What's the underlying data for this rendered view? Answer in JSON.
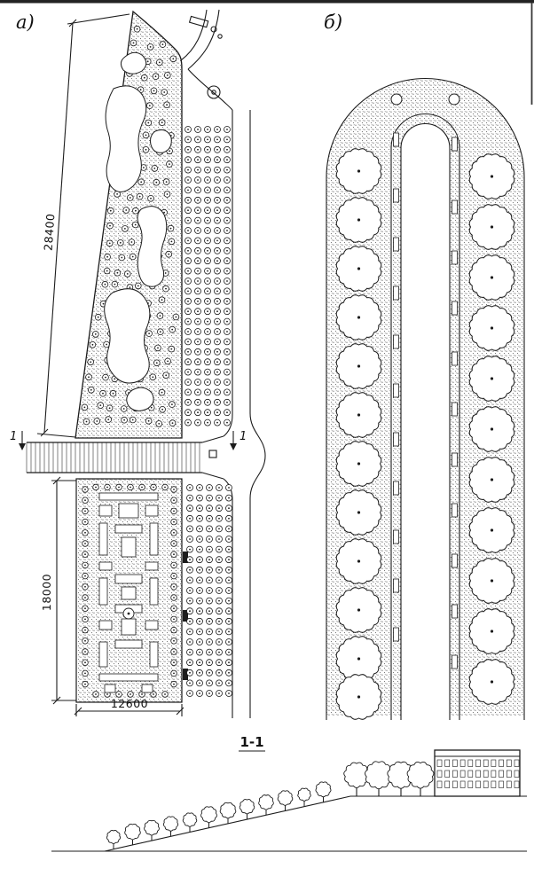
{
  "labels": {
    "plan_a": "а)",
    "plan_b": "б)",
    "section_title": "1-1",
    "section_marker": "1"
  },
  "dimensions": {
    "upper_park_height": "28400",
    "lower_garden_height": "18000",
    "lower_garden_width": "12600"
  },
  "colors": {
    "ink": "#1c1c1c",
    "paper": "#ffffff"
  }
}
